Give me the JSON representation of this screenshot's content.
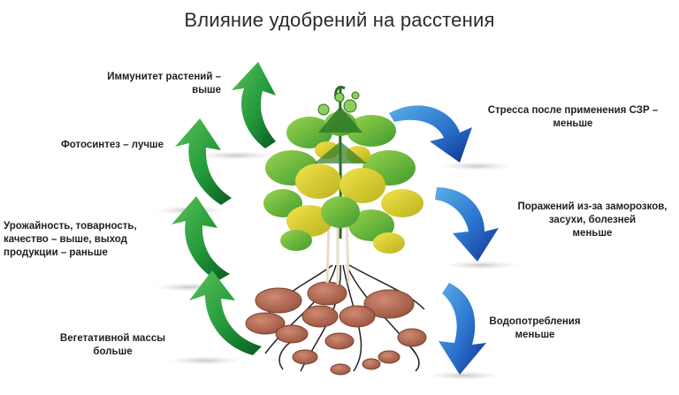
{
  "title": "Влияние удобрений на расстения",
  "colors": {
    "green_arrow": "#2e9a3a",
    "green_arrow_dark": "#0f6a2a",
    "blue_arrow": "#2f7fd0",
    "blue_arrow_dark": "#123f9a",
    "leaf": "#7ac143",
    "leaf_yellow": "#e8d22a",
    "leaf_dark": "#2f7a2a",
    "stem": "#2a6e22",
    "tuber": "#b46a52",
    "tuber_dark": "#6e3a2a",
    "root": "#222222"
  },
  "left_effects": {
    "immunity": [
      "Иммунитет растений –",
      "выше"
    ],
    "photosynthesis": [
      "Фотосинтез – лучше"
    ],
    "yield": [
      "Урожайность, товарность,",
      "качество – выше, выход",
      "продукции – раньше"
    ],
    "vegetative": [
      "Вегетативной массы",
      "больше"
    ]
  },
  "right_effects": {
    "stress": [
      "Стресса после применения СЗР –",
      "меньше"
    ],
    "frost": [
      "Поражений из-за заморозков,",
      "засухи, болезней",
      "меньше"
    ],
    "water": [
      "Водопотребления",
      "меньше"
    ]
  },
  "icons": {
    "green_arrows": "green-up-arrow-icon",
    "blue_arrows": "blue-down-arrow-icon",
    "plant": "potato-plant-illustration"
  }
}
